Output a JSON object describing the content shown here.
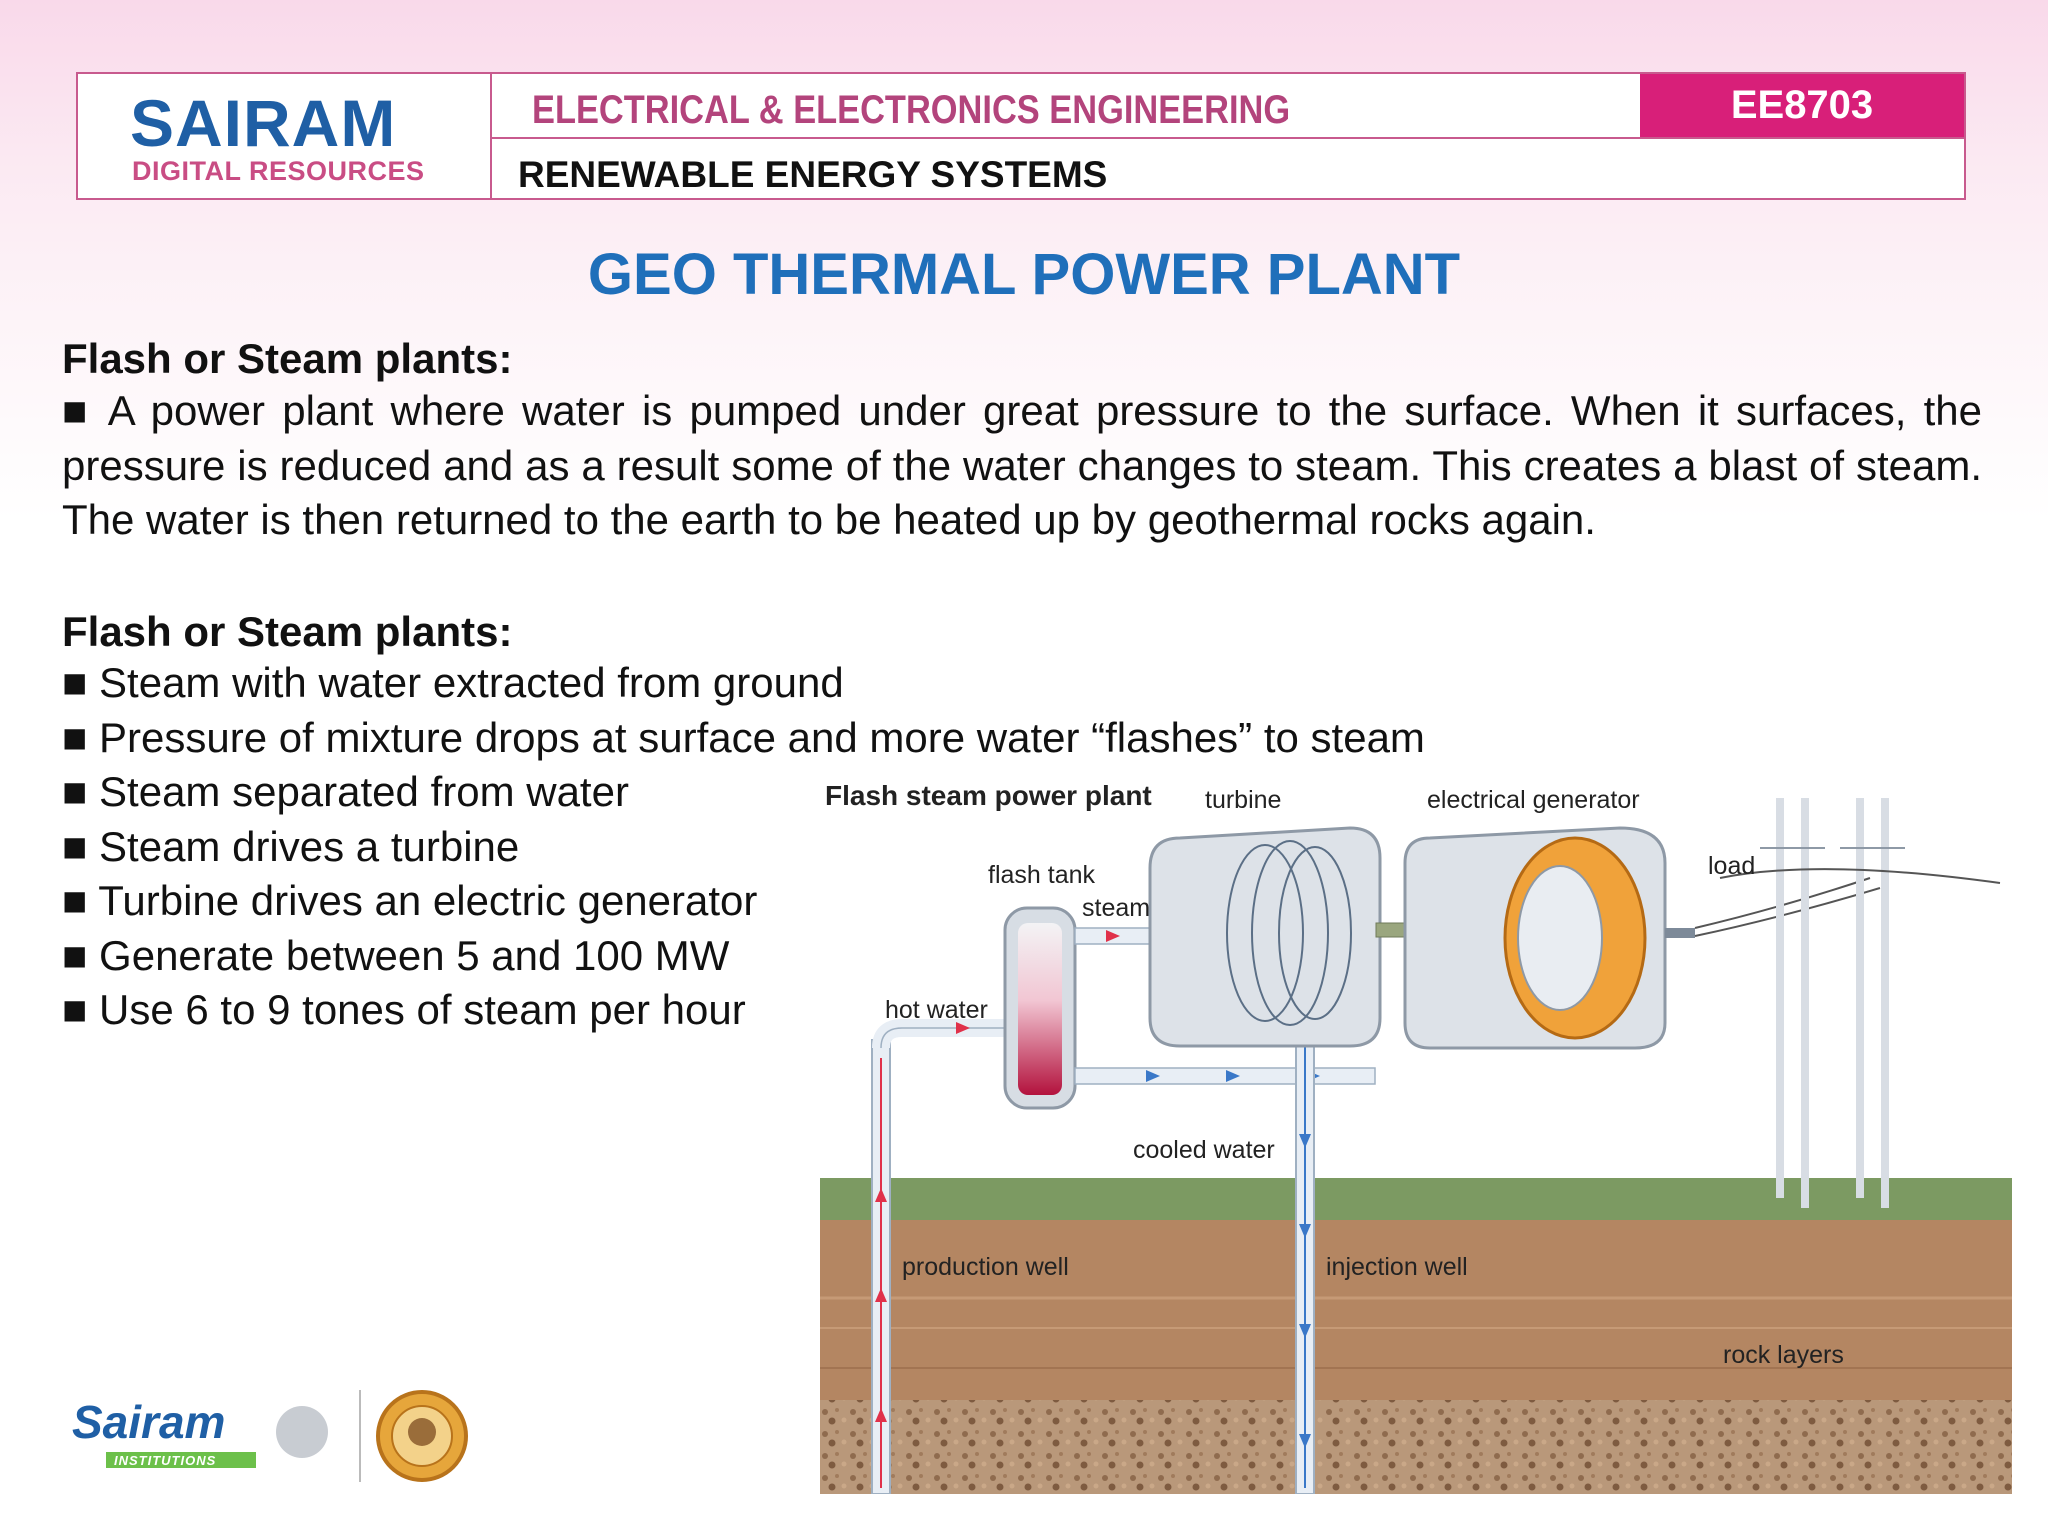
{
  "header": {
    "logo_main": "SAIRAM",
    "logo_sub": "DIGITAL RESOURCES",
    "department": "ELECTRICAL & ELECTRONICS ENGINEERING",
    "course_code": "EE8703",
    "subject": "RENEWABLE ENERGY SYSTEMS"
  },
  "title": "GEO THERMAL POWER PLANT",
  "section1": {
    "heading": "Flash or Steam plants:",
    "paragraph": "■ A power plant where water is pumped under great pressure to the surface. When it surfaces, the pressure is reduced and as a result some of the water changes to steam. This creates a blast of steam. The water is then returned to the earth to be heated up by geothermal rocks again."
  },
  "section2": {
    "heading": "Flash or Steam plants:",
    "bullets": [
      "■ Steam with water extracted from ground",
      "■ Pressure of mixture drops at surface and more water “flashes” to steam",
      "■ Steam separated from water",
      "■ Steam drives a turbine",
      "■ Turbine drives an electric generator",
      "■ Generate between 5 and 100 MW",
      "■ Use 6 to 9 tones of steam per hour"
    ]
  },
  "diagram": {
    "title": "Flash steam power plant",
    "labels": {
      "turbine": "turbine",
      "generator": "electrical generator",
      "load": "load",
      "flash_tank": "flash tank",
      "steam": "steam",
      "hot_water": "hot water",
      "cooled_water": "cooled water",
      "production_well": "production well",
      "injection_well": "injection well",
      "rock_layers": "rock layers"
    }
  },
  "footer": {
    "logo_text": "Sairam",
    "logo_sub": "INSTITUTIONS"
  },
  "colors": {
    "brand_blue": "#1f5fa5",
    "brand_pink": "#d81f79",
    "title_blue": "#1f6fba"
  }
}
